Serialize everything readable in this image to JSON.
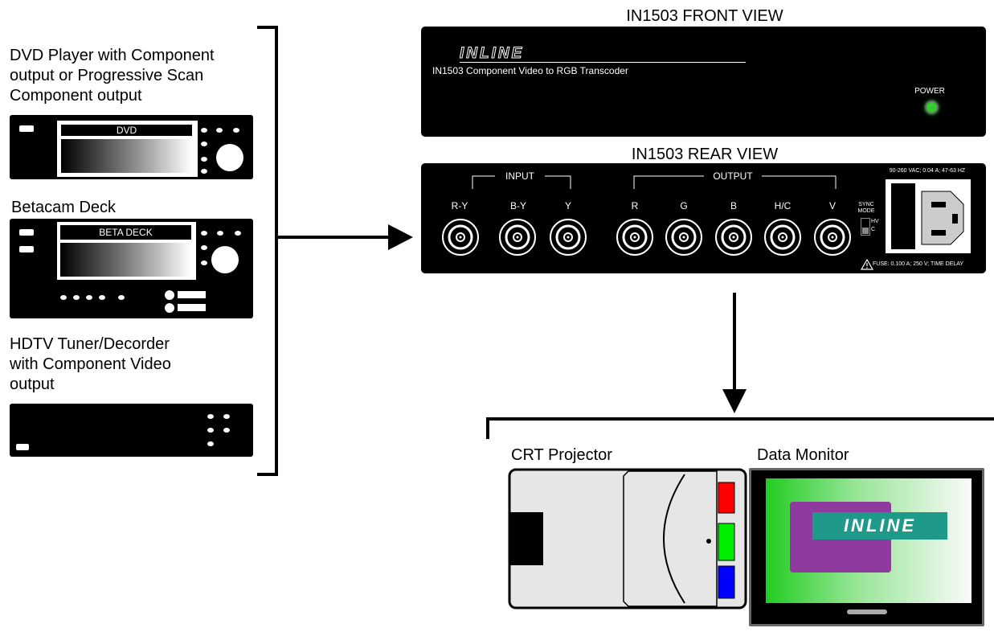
{
  "sources": {
    "dvd": {
      "label_lines": [
        "DVD Player with Component",
        "output or Progressive Scan",
        "Component output"
      ],
      "display": "DVD"
    },
    "betacam": {
      "label": "Betacam Deck",
      "display": "BETA DECK"
    },
    "hdtv": {
      "label_lines": [
        "HDTV Tuner/Decorder",
        "with Component Video",
        "output"
      ]
    }
  },
  "front": {
    "title": "IN1503 FRONT VIEW",
    "logo": "INLINE",
    "product_line": "IN1503 Component Video to RGB Transcoder",
    "power_label": "POWER",
    "power_led_color": "#33cc33"
  },
  "rear": {
    "title": "IN1503 REAR VIEW",
    "input_label": "INPUT",
    "output_label": "OUTPUT",
    "input_ports": [
      "R-Y",
      "B-Y",
      "Y"
    ],
    "output_ports": [
      "R",
      "G",
      "B",
      "H/C",
      "V"
    ],
    "sync_mode_lines": [
      "SYNC",
      "MODE"
    ],
    "switch_hv": "HV",
    "switch_c": "C",
    "power_rating": "90-260 VAC; 0.04 A; 47-63 HZ",
    "fuse_rating": "FUSE: 0.100 A; 250 V; TIME DELAY"
  },
  "outputs": {
    "crt_label": "CRT Projector",
    "monitor_label": "Data Monitor",
    "monitor_logo": "INLINE",
    "lens_colors": [
      "#ff0000",
      "#00ee00",
      "#0000ff"
    ]
  }
}
